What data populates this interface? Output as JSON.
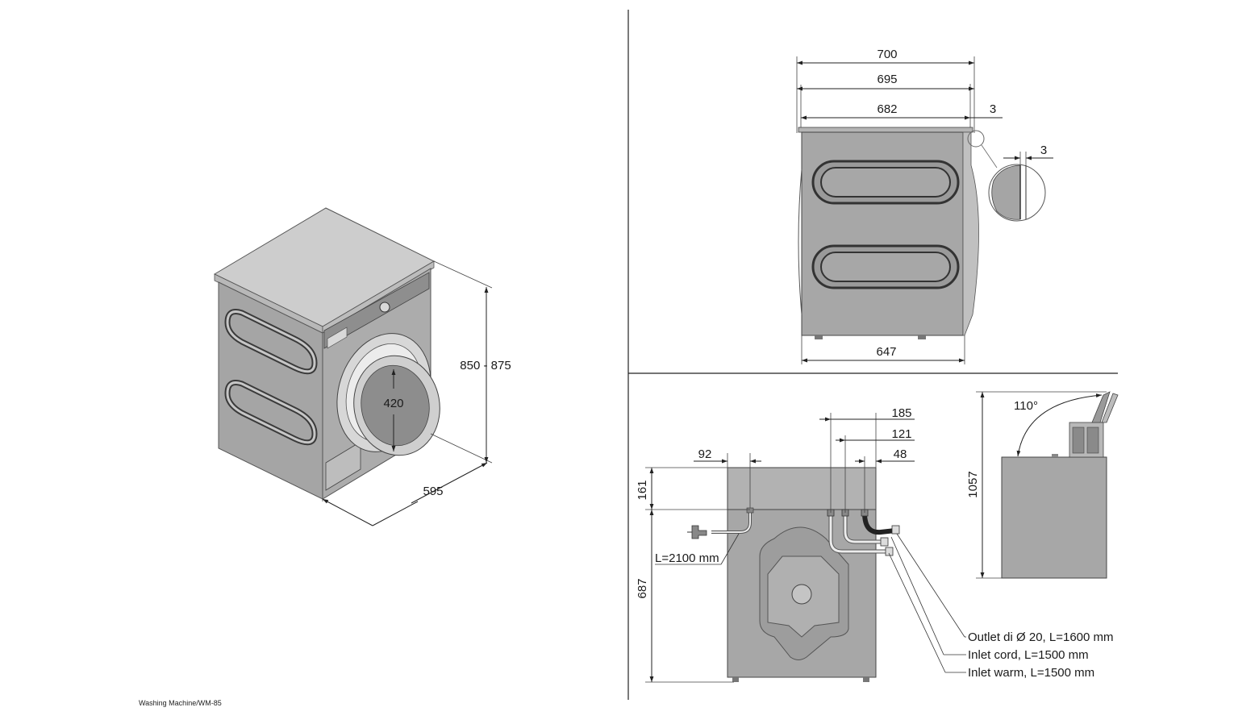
{
  "caption": "Washing Machine/WM-85",
  "colors": {
    "body": "#a7a7a7",
    "top": "#c9c9c9",
    "dark": "#7d7d7d",
    "line": "#2a2a2a"
  },
  "iso_view": {
    "height": "850 - 875",
    "depth": "595",
    "door": "420"
  },
  "side_view": {
    "width_700": "700",
    "width_695": "695",
    "width_682": "682",
    "gap_3a": "3",
    "gap_3b": "3",
    "width_647": "647"
  },
  "rear_view": {
    "d185": "185",
    "d121": "121",
    "d48": "48",
    "d92": "92",
    "d161": "161",
    "d687": "687",
    "cord": "L=2100 mm",
    "outlet": "Outlet di Ø 20, L=1600 mm",
    "inlet_cold": "Inlet cord, L=1500 mm",
    "inlet_warm": "Inlet warm, L=1500 mm"
  },
  "lid_view": {
    "angle": "110°",
    "height": "1057"
  }
}
